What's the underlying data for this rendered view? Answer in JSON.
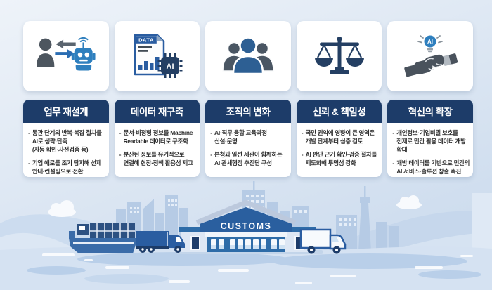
{
  "bullet_marker": "-",
  "columns": [
    {
      "title": "업무 재설계",
      "icon": "human-robot-exchange-icon",
      "bullets": [
        "통관 단계의 반복·복잡 절차를\nAI로 생략·단축\n(자동 확인·사전검증 등)",
        "기업 애로를 조기 탐지해 선제\n안내·컨설팅으로 전환"
      ]
    },
    {
      "title": "데이터 재구축",
      "icon": "data-document-ai-chip-icon",
      "bullets": [
        "문서·비정형 정보를 Machine\nReadable 데이터로 구조화",
        "분산된 정보를 유기적으로\n연결해 현장·정책 활용성 제고"
      ]
    },
    {
      "title": "조직의 변화",
      "icon": "people-group-icon",
      "bullets": [
        "AI·직무 융합 교육과정\n신설·운영",
        "본청과 일선 세관이 함께하는\nAI 관세행정 추진단 구성"
      ]
    },
    {
      "title": "신뢰 & 책임성",
      "icon": "balance-scale-icon",
      "bullets": [
        "국민 권익에 영향이 큰 영역은\n개발 단계부터 심층 검토",
        "AI 판단 근거 확인·검증 절차를\n제도화해 투명성 강화"
      ]
    },
    {
      "title": "혁신의 확장",
      "icon": "handshake-ai-bulb-icon",
      "bullets": [
        "개인정보·기업비밀 보호를\n전제로 민간 활용 데이터 개방\n확대",
        "개방 데이터를 기반으로 민간의\nAI 서비스·솔루션 창출 촉진"
      ]
    }
  ],
  "icon_labels": {
    "data_doc": "DATA",
    "ai_chip": "AI",
    "ai_bulb": "AI"
  },
  "scene": {
    "building_sign": "CUSTOMS"
  },
  "colors": {
    "header_navy": "#1d3c69",
    "accent_blue": "#2e7fbe",
    "icon_gray": "#4d565f",
    "scene_blue": "#2e6ca8",
    "skyline_blue": "#b6cbe5"
  }
}
